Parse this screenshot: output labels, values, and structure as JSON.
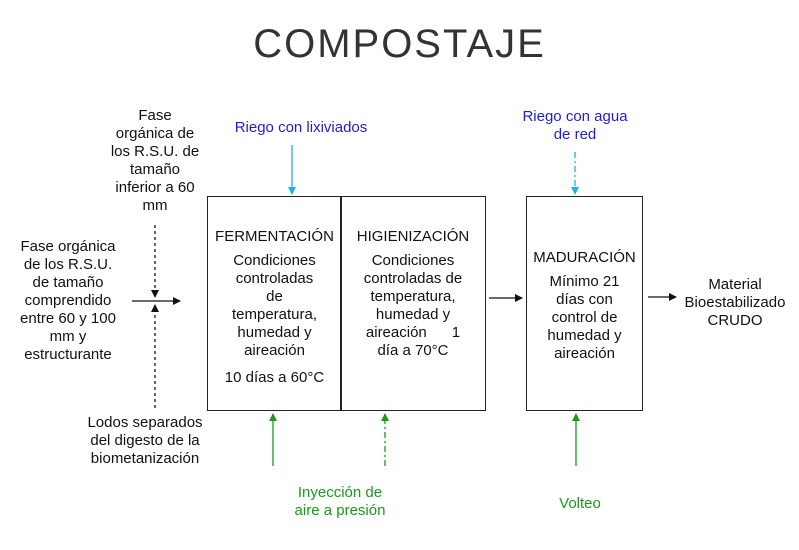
{
  "title": "COMPOSTAJE",
  "inputs": {
    "fase_small": [
      "Fase",
      "orgánica de",
      "los R.S.U. de",
      "tamaño",
      "inferior a 60",
      "mm"
    ],
    "fase_mid": [
      "Fase orgánica",
      "de los R.S.U.",
      "de tamaño",
      "comprendido",
      "entre 60 y 100",
      "mm y",
      "estructurante"
    ],
    "lodos": [
      "Lodos separados",
      "del digesto de la",
      "biometanización"
    ]
  },
  "riego_lixiviados": "Riego con lixiviados",
  "riego_agua": [
    "Riego con agua",
    "de red"
  ],
  "fermentacion": {
    "title": "FERMENTACIÓN",
    "lines": [
      "Condiciones",
      "controladas",
      "de",
      "temperatura,",
      "humedad y",
      "aireación"
    ],
    "duration": "10 días a 60°C"
  },
  "higienizacion": {
    "title": "HIGIENIZACIÓN",
    "lines": [
      "Condiciones",
      "controladas de",
      "temperatura,",
      "humedad y",
      "aireación      1",
      "día a 70°C"
    ]
  },
  "maduracion": {
    "title": "MADURACIÓN",
    "lines": [
      "Mínimo 21",
      "días con",
      "control de",
      "humedad y",
      "aireación"
    ]
  },
  "output": [
    "Material",
    "Bioestabilizado",
    "CRUDO"
  ],
  "inyeccion": [
    "Inyección de",
    "aire a presión"
  ],
  "volteo": "Volteo",
  "colors": {
    "blue_text": "#1f1fcf",
    "green_text": "#1a9a1a",
    "cyan_arrow": "#19b4e0",
    "green_arrow": "#1a9a1a"
  }
}
